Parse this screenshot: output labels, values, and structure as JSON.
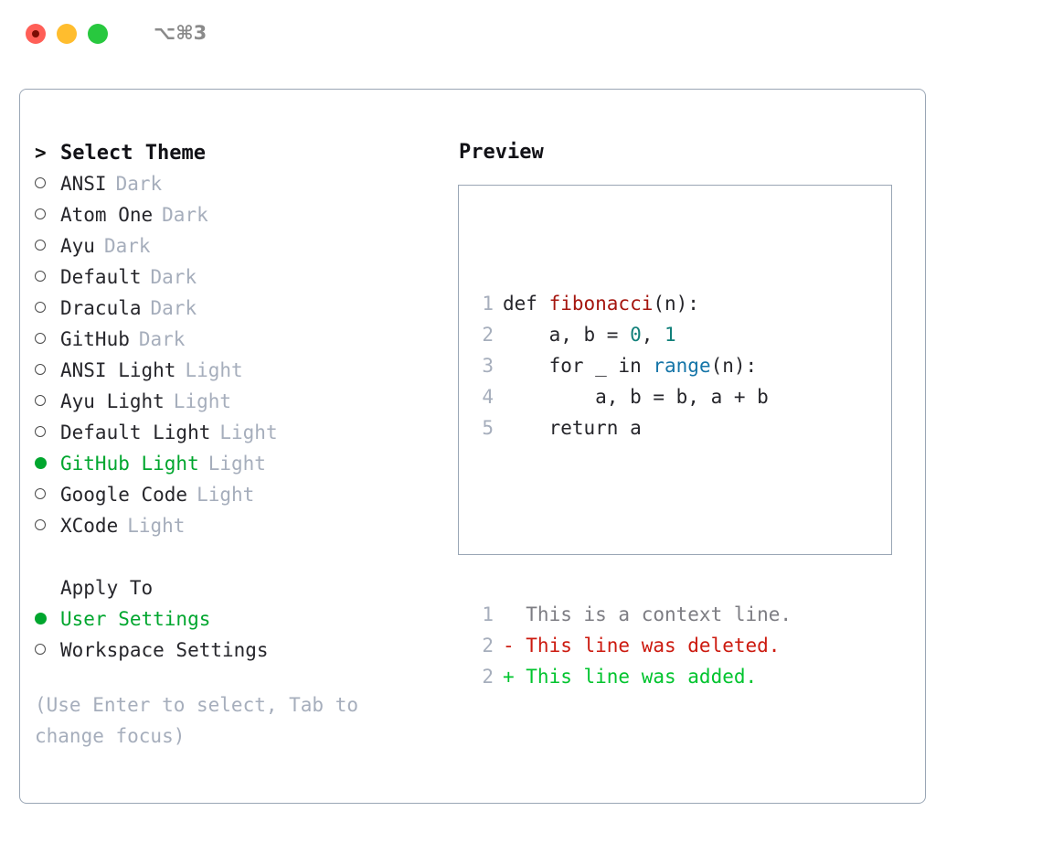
{
  "titlebar": {
    "shortcut": "⌥⌘3",
    "buttons": {
      "close": "close-window",
      "minimize": "minimize-window",
      "maximize": "maximize-window"
    }
  },
  "theme_list": {
    "header_marker": ">",
    "header_label": "Select Theme",
    "marker_unselected": "○",
    "marker_selected": "●",
    "items": [
      {
        "marker": "○",
        "label": "ANSI",
        "category": "Dark",
        "selected": false
      },
      {
        "marker": "○",
        "label": "Atom One",
        "category": "Dark",
        "selected": false
      },
      {
        "marker": "○",
        "label": "Ayu",
        "category": "Dark",
        "selected": false
      },
      {
        "marker": "○",
        "label": "Default",
        "category": "Dark",
        "selected": false
      },
      {
        "marker": "○",
        "label": "Dracula",
        "category": "Dark",
        "selected": false
      },
      {
        "marker": "○",
        "label": "GitHub",
        "category": "Dark",
        "selected": false
      },
      {
        "marker": "○",
        "label": "ANSI Light",
        "category": "Light",
        "selected": false
      },
      {
        "marker": "○",
        "label": "Ayu Light",
        "category": "Light",
        "selected": false
      },
      {
        "marker": "○",
        "label": "Default Light",
        "category": "Light",
        "selected": false
      },
      {
        "marker": "●",
        "label": "GitHub Light",
        "category": "Light",
        "selected": true
      },
      {
        "marker": "○",
        "label": "Google Code",
        "category": "Light",
        "selected": false
      },
      {
        "marker": "○",
        "label": "XCode",
        "category": "Light",
        "selected": false
      }
    ]
  },
  "apply_to": {
    "header_label": "Apply To",
    "items": [
      {
        "marker": "●",
        "label": "User Settings",
        "selected": true
      },
      {
        "marker": "○",
        "label": "Workspace Settings",
        "selected": false
      }
    ]
  },
  "hint": "(Use Enter to select, Tab to change focus)",
  "preview": {
    "title": "Preview",
    "code_lines": [
      {
        "no": "1",
        "segments": [
          {
            "t": "def ",
            "c": "plain"
          },
          {
            "t": "fibonacci",
            "c": "fn"
          },
          {
            "t": "(n):",
            "c": "plain"
          }
        ]
      },
      {
        "no": "2",
        "segments": [
          {
            "t": "    a, b = ",
            "c": "plain"
          },
          {
            "t": "0",
            "c": "num"
          },
          {
            "t": ", ",
            "c": "plain"
          },
          {
            "t": "1",
            "c": "num"
          }
        ]
      },
      {
        "no": "3",
        "segments": [
          {
            "t": "    for _ in ",
            "c": "plain"
          },
          {
            "t": "range",
            "c": "builtin"
          },
          {
            "t": "(n):",
            "c": "plain"
          }
        ]
      },
      {
        "no": "4",
        "segments": [
          {
            "t": "        a, b = b, a + b",
            "c": "plain"
          }
        ]
      },
      {
        "no": "5",
        "segments": [
          {
            "t": "    return a",
            "c": "plain"
          }
        ]
      }
    ],
    "diff_lines": [
      {
        "no": "1",
        "prefix": "  ",
        "text": "This is a context line.",
        "kind": "ctx"
      },
      {
        "no": "2",
        "prefix": "- ",
        "text": "This line was deleted.",
        "kind": "del"
      },
      {
        "no": "2",
        "prefix": "+ ",
        "text": "This line was added.",
        "kind": "add"
      }
    ]
  },
  "colors": {
    "accent_green": "#00a62e",
    "muted": "#a6aebc",
    "border": "#9aa6b5",
    "fn_red": "#a5160f",
    "builtin_blue": "#1575a8",
    "num_teal": "#11807a",
    "diff_del": "#cc1a0f",
    "diff_add": "#00c42e",
    "traffic_red": "#ff5f57",
    "traffic_yellow": "#ffbd2e",
    "traffic_green": "#28c83f"
  }
}
